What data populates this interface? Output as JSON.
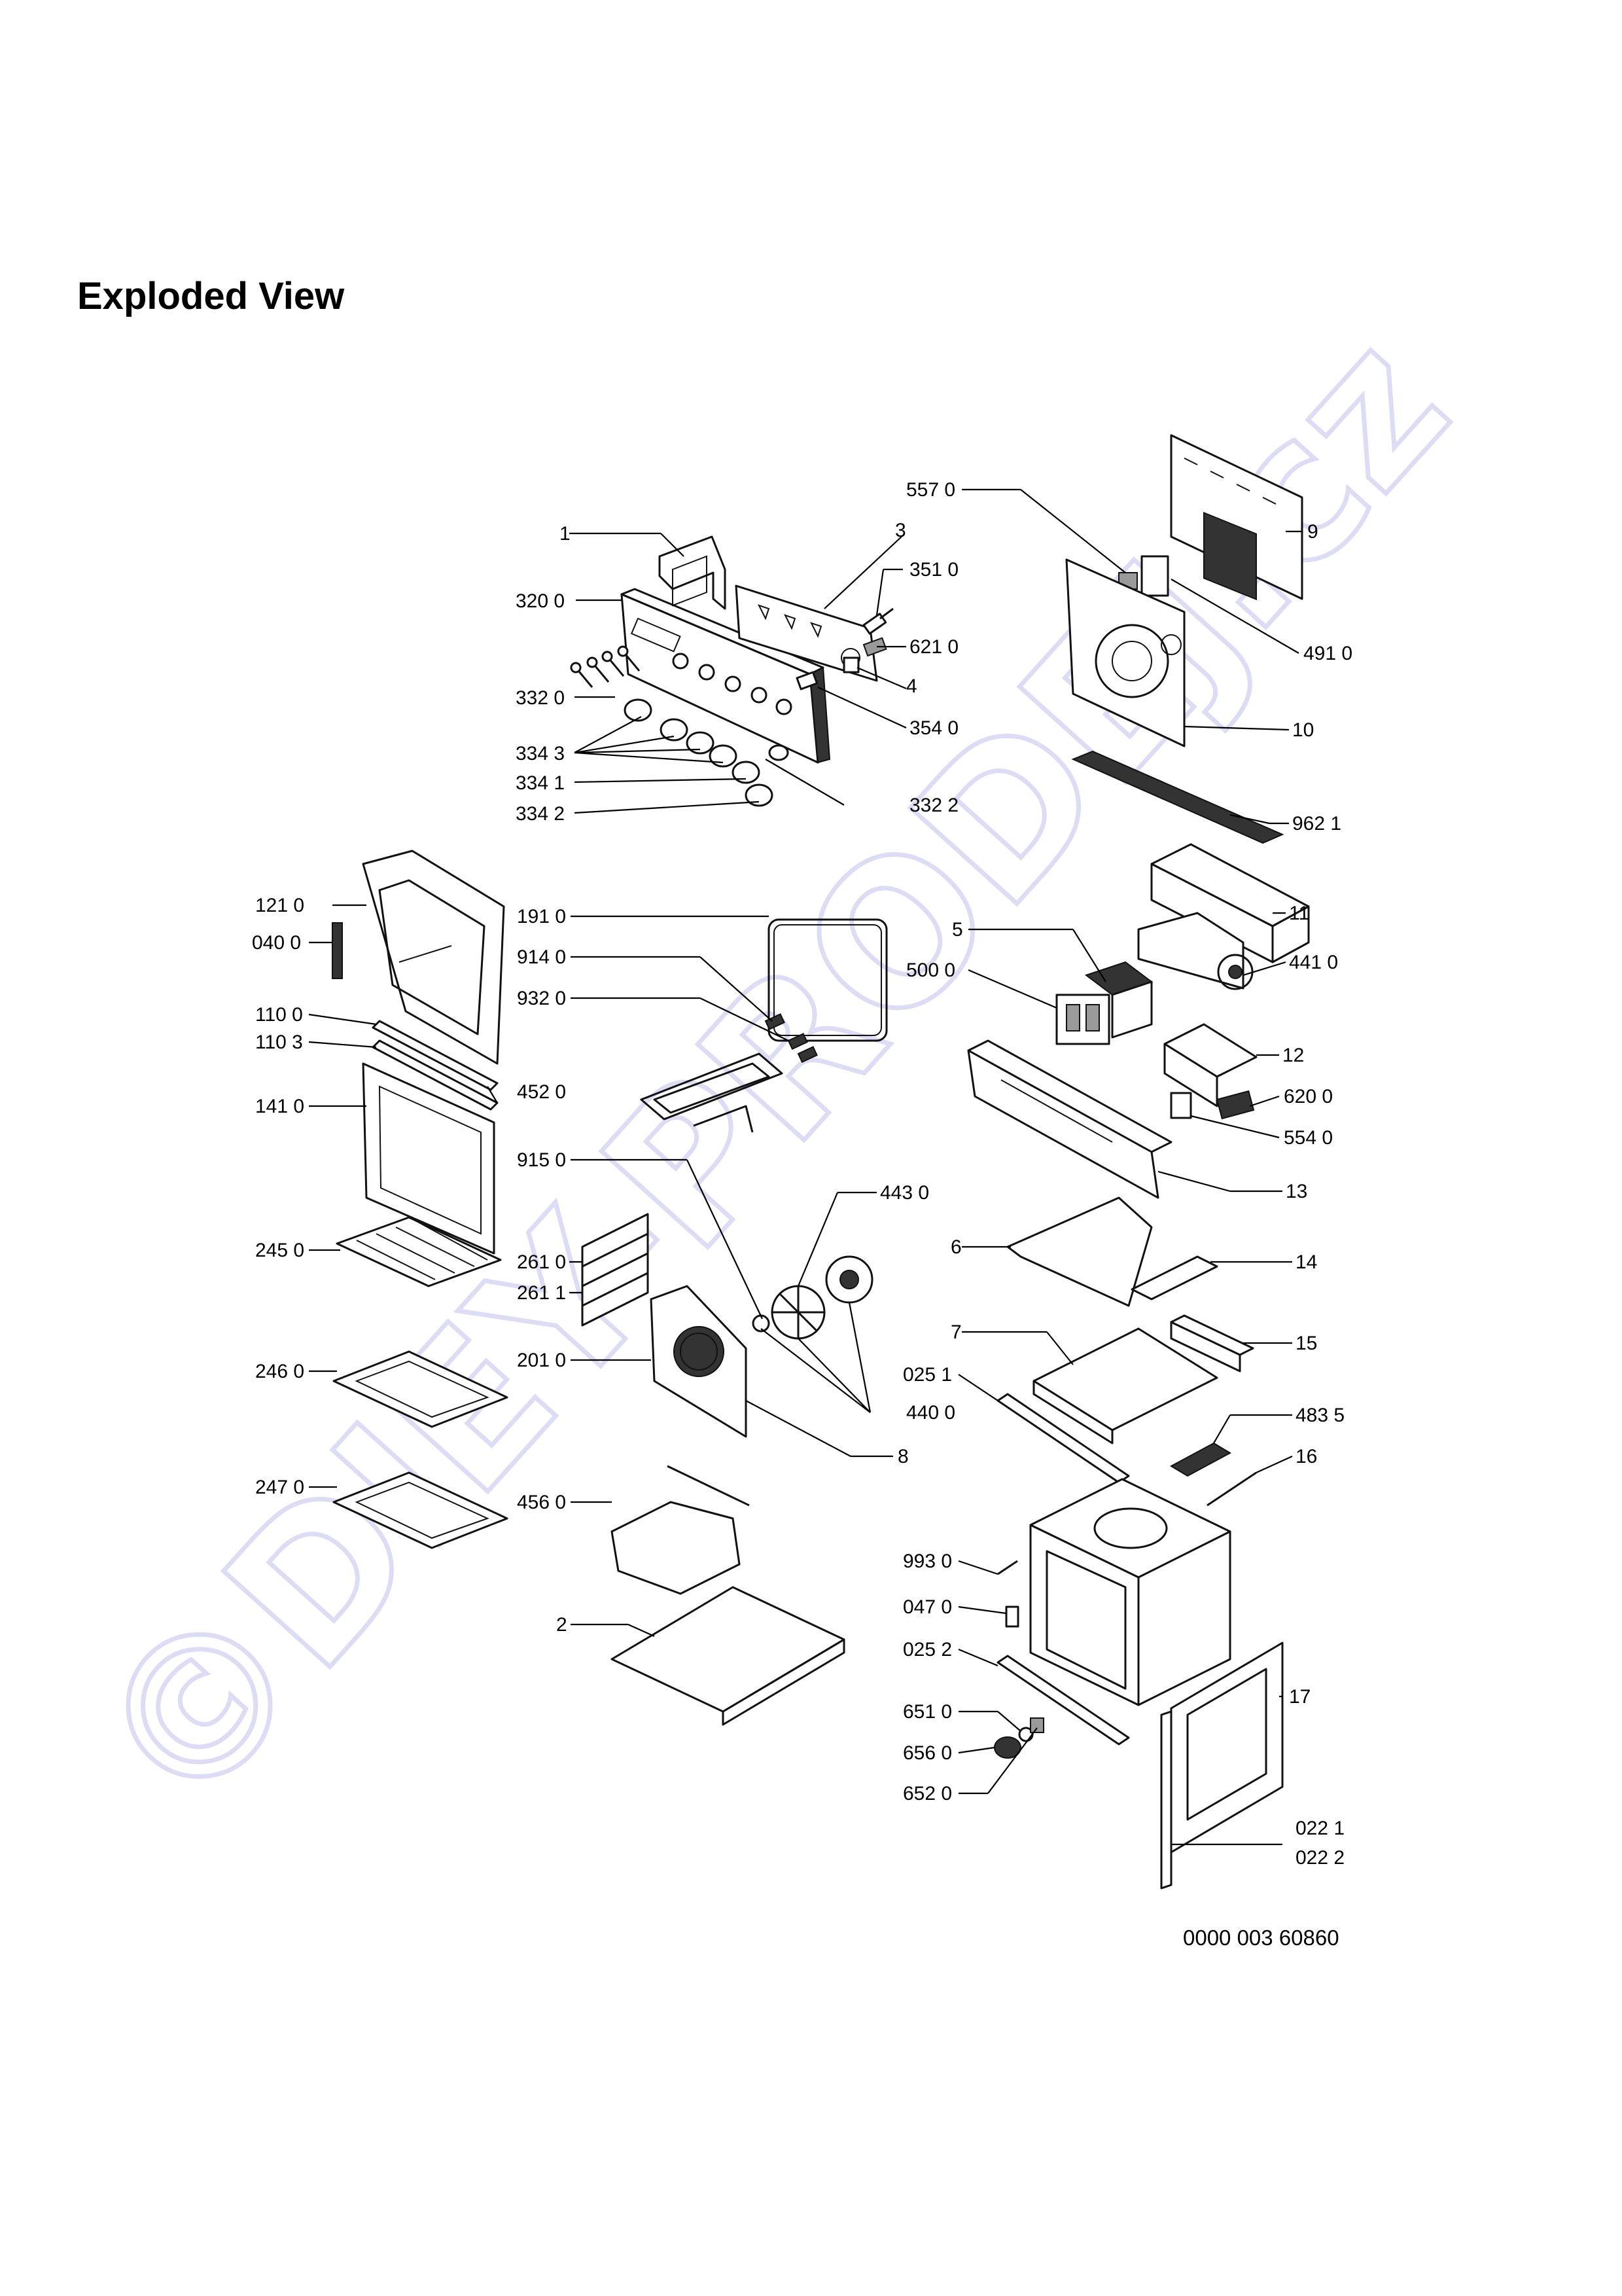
{
  "title": "Exploded View",
  "document_number": "0000 003 60860",
  "watermark": "©DIEY-PRODEJ.cz",
  "callouts": [
    {
      "id": "1",
      "text": "1"
    },
    {
      "id": "3200",
      "text": "320 0"
    },
    {
      "id": "3",
      "text": "3"
    },
    {
      "id": "3510",
      "text": "351 0"
    },
    {
      "id": "6210",
      "text": "621 0"
    },
    {
      "id": "4",
      "text": "4"
    },
    {
      "id": "3320",
      "text": "332 0"
    },
    {
      "id": "3540",
      "text": "354 0"
    },
    {
      "id": "3343",
      "text": "334 3"
    },
    {
      "id": "3341",
      "text": "334 1"
    },
    {
      "id": "3322",
      "text": "332 2"
    },
    {
      "id": "3342",
      "text": "334 2"
    },
    {
      "id": "5570",
      "text": "557 0"
    },
    {
      "id": "9",
      "text": "9"
    },
    {
      "id": "4910",
      "text": "491 0"
    },
    {
      "id": "10",
      "text": "10"
    },
    {
      "id": "9621",
      "text": "962 1"
    },
    {
      "id": "11",
      "text": "11"
    },
    {
      "id": "4410",
      "text": "441 0"
    },
    {
      "id": "5",
      "text": "5"
    },
    {
      "id": "5000",
      "text": "500 0"
    },
    {
      "id": "12",
      "text": "12"
    },
    {
      "id": "6200",
      "text": "620 0"
    },
    {
      "id": "5540",
      "text": "554 0"
    },
    {
      "id": "13",
      "text": "13"
    },
    {
      "id": "1210",
      "text": "121 0"
    },
    {
      "id": "0400",
      "text": "040 0"
    },
    {
      "id": "1100",
      "text": "110 0"
    },
    {
      "id": "1103",
      "text": "110 3"
    },
    {
      "id": "1410",
      "text": "141 0"
    },
    {
      "id": "1910",
      "text": "191 0"
    },
    {
      "id": "9140",
      "text": "914 0"
    },
    {
      "id": "9320",
      "text": "932 0"
    },
    {
      "id": "4520",
      "text": "452 0"
    },
    {
      "id": "9150",
      "text": "915 0"
    },
    {
      "id": "4430",
      "text": "443 0"
    },
    {
      "id": "6",
      "text": "6"
    },
    {
      "id": "14",
      "text": "14"
    },
    {
      "id": "2450",
      "text": "245 0"
    },
    {
      "id": "2610",
      "text": "261 0"
    },
    {
      "id": "2611",
      "text": "261 1"
    },
    {
      "id": "15",
      "text": "15"
    },
    {
      "id": "7",
      "text": "7"
    },
    {
      "id": "0251",
      "text": "025 1"
    },
    {
      "id": "2460",
      "text": "246 0"
    },
    {
      "id": "2010",
      "text": "201 0"
    },
    {
      "id": "4400",
      "text": "440 0"
    },
    {
      "id": "4835",
      "text": "483 5"
    },
    {
      "id": "8",
      "text": "8"
    },
    {
      "id": "16",
      "text": "16"
    },
    {
      "id": "2470",
      "text": "247 0"
    },
    {
      "id": "4560",
      "text": "456 0"
    },
    {
      "id": "9930",
      "text": "993 0"
    },
    {
      "id": "0470",
      "text": "047 0"
    },
    {
      "id": "2",
      "text": "2"
    },
    {
      "id": "0252",
      "text": "025 2"
    },
    {
      "id": "17",
      "text": "17"
    },
    {
      "id": "6510",
      "text": "651 0"
    },
    {
      "id": "6560",
      "text": "656 0"
    },
    {
      "id": "6520",
      "text": "652 0"
    },
    {
      "id": "0221",
      "text": "022 1"
    },
    {
      "id": "0222",
      "text": "022 2"
    }
  ]
}
